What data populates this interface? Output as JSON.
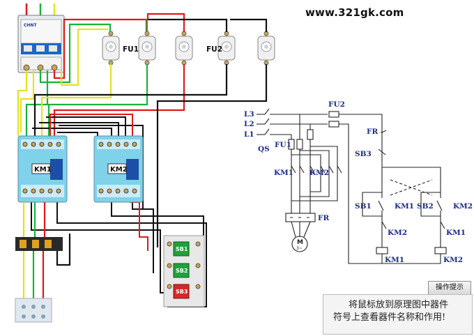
{
  "header": {
    "website": "www.321gk.com"
  },
  "wiring": {
    "fuse_group_1": "FU1",
    "fuse_group_2": "FU2",
    "contactor_1": "KM1",
    "contactor_2": "KM2",
    "buttons": [
      "SB1",
      "SB2",
      "SB3"
    ],
    "breaker_brand": "CHNT"
  },
  "schematic": {
    "lines": [
      "L3",
      "L2",
      "L1"
    ],
    "qs": "QS",
    "fu1": "FU1",
    "fu2": "FU2",
    "km1_main": "KM1",
    "km2_main": "KM2",
    "fr_overload": "FR",
    "motor_m": "M",
    "motor_phase": "3~",
    "fr_contact": "FR",
    "sb3": "SB3",
    "sb1": "SB1",
    "km1_aux": "KM1",
    "sb2": "SB2",
    "km2_aux_right": "KM2",
    "km2_hold": "KM2",
    "km1_hold": "KM1",
    "km1_coil": "KM1",
    "km2_coil": "KM2"
  },
  "hint": {
    "button": "操作提示",
    "line1": "将鼠标放到原理图中器件",
    "line2": "符号上查看器件名称和作用!"
  },
  "colors": {
    "wire_red": "#e01818",
    "wire_green": "#19b23a",
    "wire_yellow": "#e8e020",
    "wire_black": "#111111",
    "contactor_blue": "#7fd2ea",
    "label_navy": "#1a2a8a",
    "sb_green": "#1fa23a",
    "sb_red": "#d52828"
  }
}
